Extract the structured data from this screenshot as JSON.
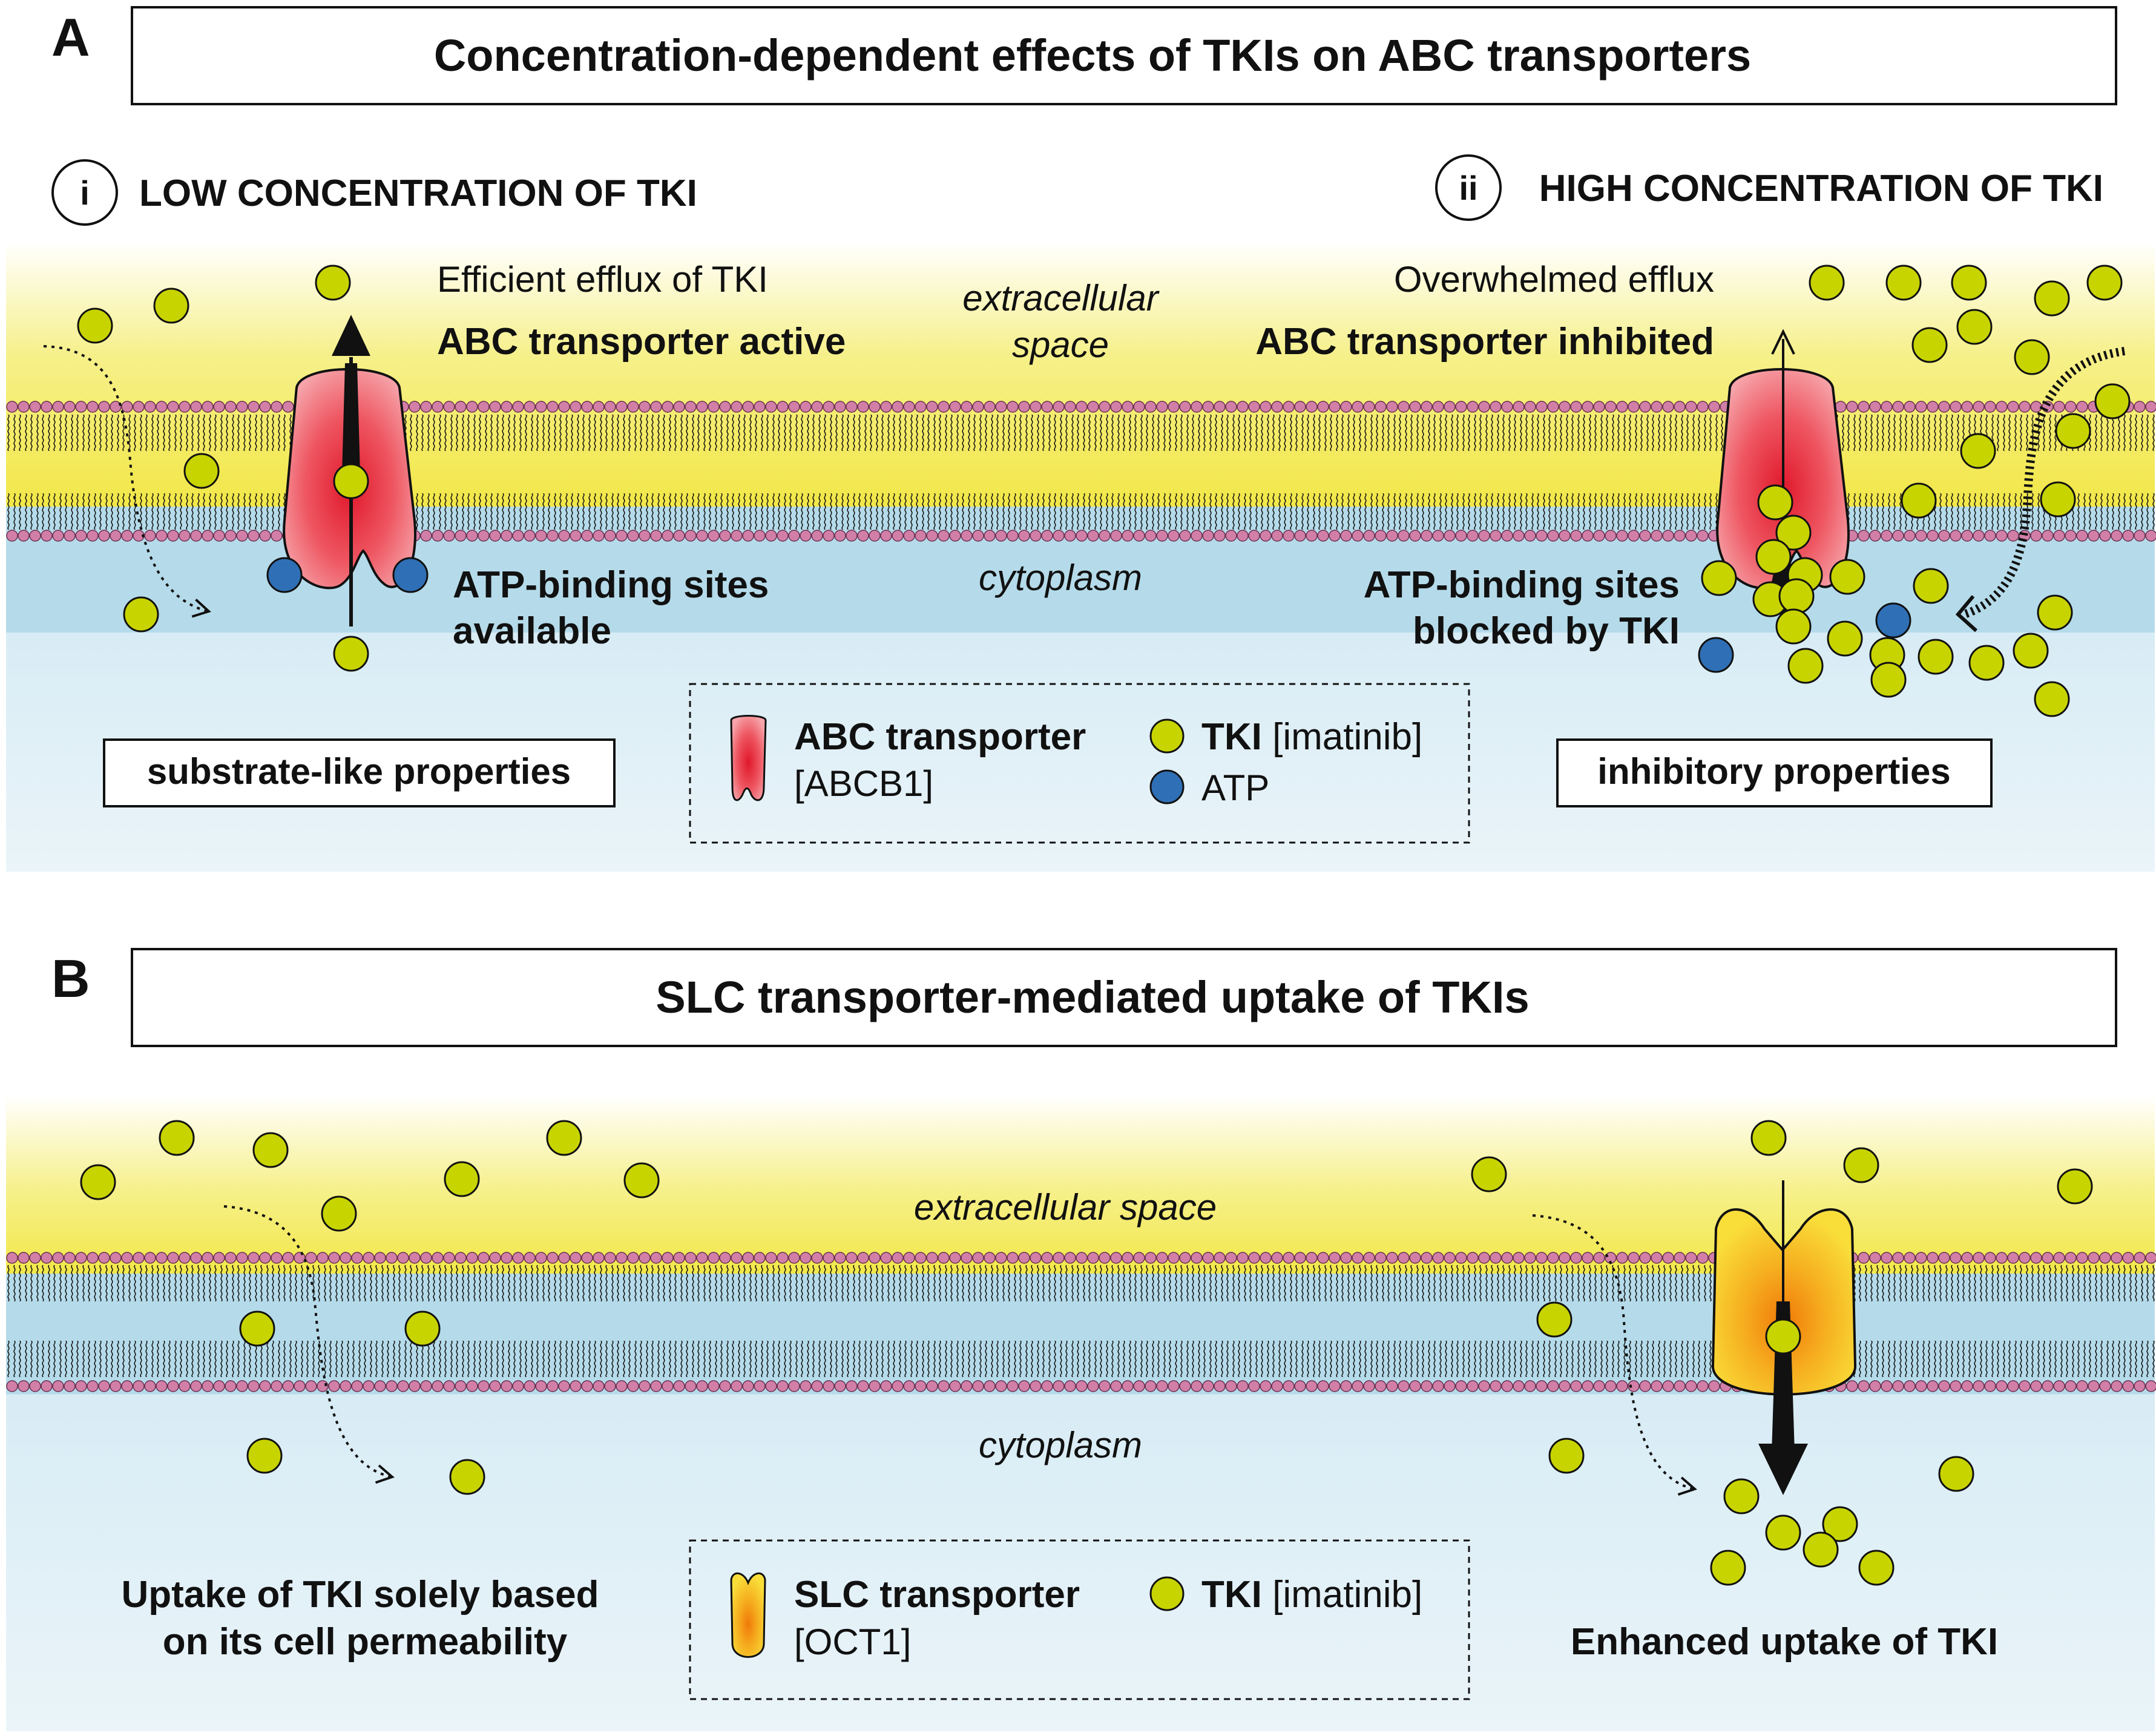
{
  "panel_a": {
    "letter": "A",
    "title": "Concentration-dependent effects of TKIs on ABC transporters",
    "left": {
      "numeral": "i",
      "heading": "LOW CONCENTRATION OF TKI",
      "efflux_note": "Efficient efflux of TKI",
      "status": "ABC transporter active",
      "atp_line1": "ATP-binding sites",
      "atp_line2": "available",
      "property": "substrate-like properties"
    },
    "right": {
      "numeral": "ii",
      "heading": "HIGH CONCENTRATION OF TKI",
      "efflux_note": "Overwhelmed efflux",
      "status": "ABC transporter inhibited",
      "atp_line1": "ATP-binding sites",
      "atp_line2": "blocked by TKI",
      "property": "inhibitory properties"
    },
    "extracellular_line1": "extracellular",
    "extracellular_line2": "space",
    "cytoplasm": "cytoplasm",
    "legend": {
      "transporter_name": "ABC transporter",
      "transporter_id": "[ABCB1]",
      "tki_name": "TKI",
      "tki_id": "[imatinib]",
      "atp": "ATP"
    }
  },
  "panel_b": {
    "letter": "B",
    "title": "SLC transporter-mediated uptake of TKIs",
    "extracellular": "extracellular space",
    "cytoplasm": "cytoplasm",
    "left_line1": "Uptake of TKI solely based",
    "left_line2": "on its cell permeability",
    "right_label": "Enhanced uptake of TKI",
    "legend": {
      "transporter_name": "SLC transporter",
      "transporter_id": "[OCT1]",
      "tki_name": "TKI",
      "tki_id": "[imatinib]"
    }
  },
  "colors": {
    "tki": "#c8d400",
    "atp": "#2f6fb5",
    "abc_transporter": "#e0283a",
    "slc_transporter": "#f39a10",
    "membrane_core": "#b5dbea",
    "lipid_head": "#d27fa8",
    "extracellular": "#f3eb5a",
    "cytoplasm": "#e3f1f8"
  }
}
